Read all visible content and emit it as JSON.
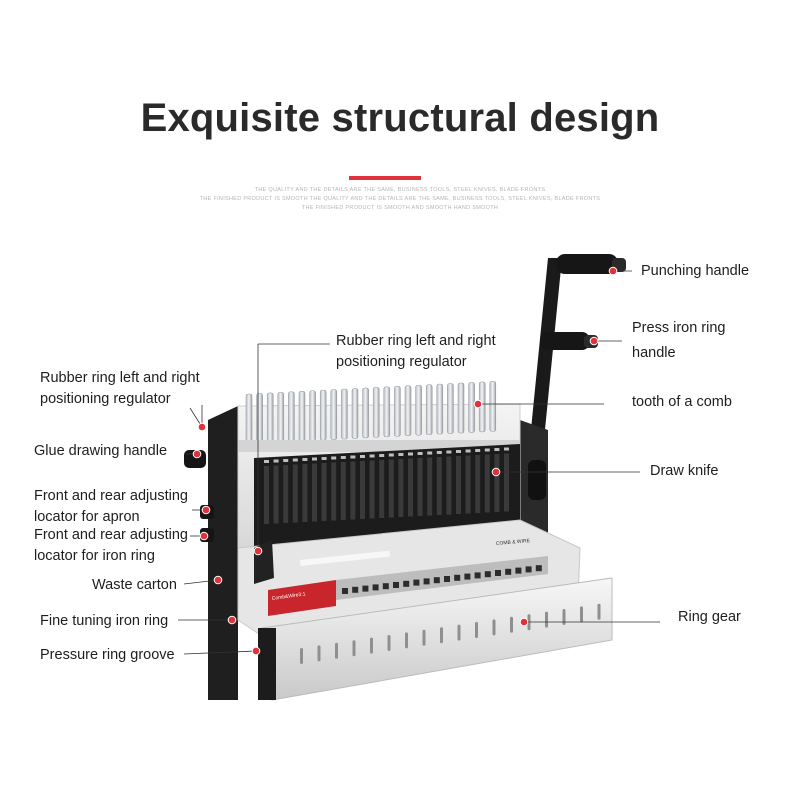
{
  "title": "Exquisite structural design",
  "accent_color": "#e0323b",
  "taglines": [
    "THE QUALITY AND THE DETAILS ARE THE SAME, BUSINESS TOOLS, STEEL KNIVES, BLADE FRONTS",
    "THE FINISHED PRODUCT IS SMOOTH THE QUALITY AND THE DETAILS ARE THE SAME, BUSINESS TOOLS, STEEL KNIVES, BLADE FRONTS",
    "THE FINISHED PRODUCT IS SMOOTH AND SMOOTH HAND SMOOTH"
  ],
  "machine_plates": {
    "front": "Comb&Wire3:1",
    "right": "COMB & WIRE"
  },
  "labels": {
    "punching_handle": "Punching handle",
    "press_iron_ring_handle": "Press iron ring handle",
    "rubber_ring_center": "Rubber ring left and right positioning regulator",
    "rubber_ring_left": "Rubber ring left and right positioning regulator",
    "tooth_of_comb": "tooth of a comb",
    "glue_drawing_handle": "Glue drawing handle",
    "draw_knife": "Draw knife",
    "front_rear_apron": "Front and rear adjusting locator for apron",
    "front_rear_iron_ring": "Front and rear adjusting locator for iron ring",
    "waste_carton": "Waste carton",
    "ring_gear": "Ring gear",
    "fine_tuning_iron_ring": "Fine tuning iron ring",
    "pressure_ring_groove": "Pressure ring groove"
  }
}
